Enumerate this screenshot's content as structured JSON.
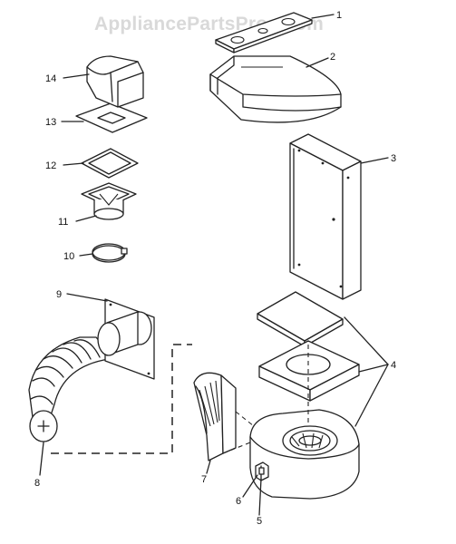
{
  "watermark": "AppliancePartsPros.com",
  "callouts": [
    {
      "id": "1",
      "label": "1"
    },
    {
      "id": "2",
      "label": "2"
    },
    {
      "id": "3",
      "label": "3"
    },
    {
      "id": "4",
      "label": "4"
    },
    {
      "id": "5",
      "label": "5"
    },
    {
      "id": "6",
      "label": "6"
    },
    {
      "id": "7",
      "label": "7"
    },
    {
      "id": "8",
      "label": "8"
    },
    {
      "id": "9",
      "label": "9"
    },
    {
      "id": "10",
      "label": "10"
    },
    {
      "id": "11",
      "label": "11"
    },
    {
      "id": "12",
      "label": "12"
    },
    {
      "id": "13",
      "label": "13"
    },
    {
      "id": "14",
      "label": "14"
    }
  ]
}
